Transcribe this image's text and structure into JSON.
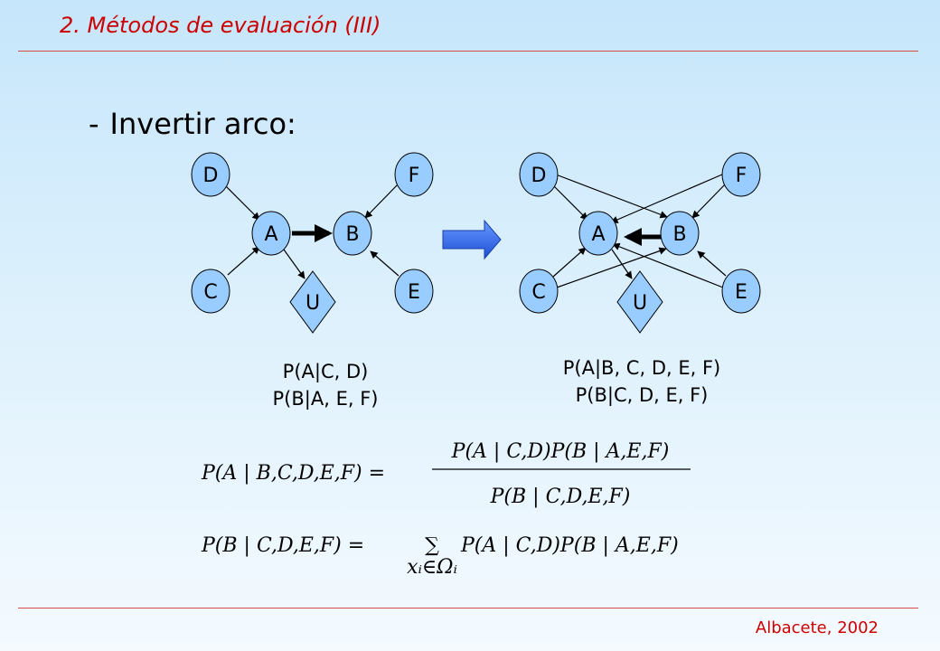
{
  "header": {
    "title": "2. Métodos de evaluación (III)"
  },
  "footer": {
    "text": "Albacete, 2002"
  },
  "bullet": {
    "dash": "-",
    "text": "Invertir arco:"
  },
  "left_graph": {
    "nodes": {
      "D": "D",
      "F": "F",
      "A": "A",
      "B": "B",
      "C": "C",
      "E": "E",
      "U": "U"
    },
    "captions": [
      "P(A|C, D)",
      "P(B|A, E, F)"
    ]
  },
  "right_graph": {
    "nodes": {
      "D": "D",
      "F": "F",
      "A": "A",
      "B": "B",
      "C": "C",
      "E": "E",
      "U": "U"
    },
    "captions": [
      "P(A|B, C, D, E, F)",
      "P(B|C, D, E, F)"
    ]
  },
  "formulas": {
    "f1_lhs": "P(A | B,C,D,E,F) =",
    "f1_num": "P(A | C,D)P(B | A,E,F)",
    "f1_den": "P(B | C,D,E,F)",
    "f2_lhs": "P(B | C,D,E,F) =",
    "f2_sum": "∑",
    "f2_sub": "xᵢ∈Ωᵢ",
    "f2_rhs": "P(A | C,D)P(B | A,E,F)"
  },
  "colors": {
    "node_fill": "#99ccff",
    "title_red": "#cc0000",
    "arrow_blue": "#3366ff"
  }
}
